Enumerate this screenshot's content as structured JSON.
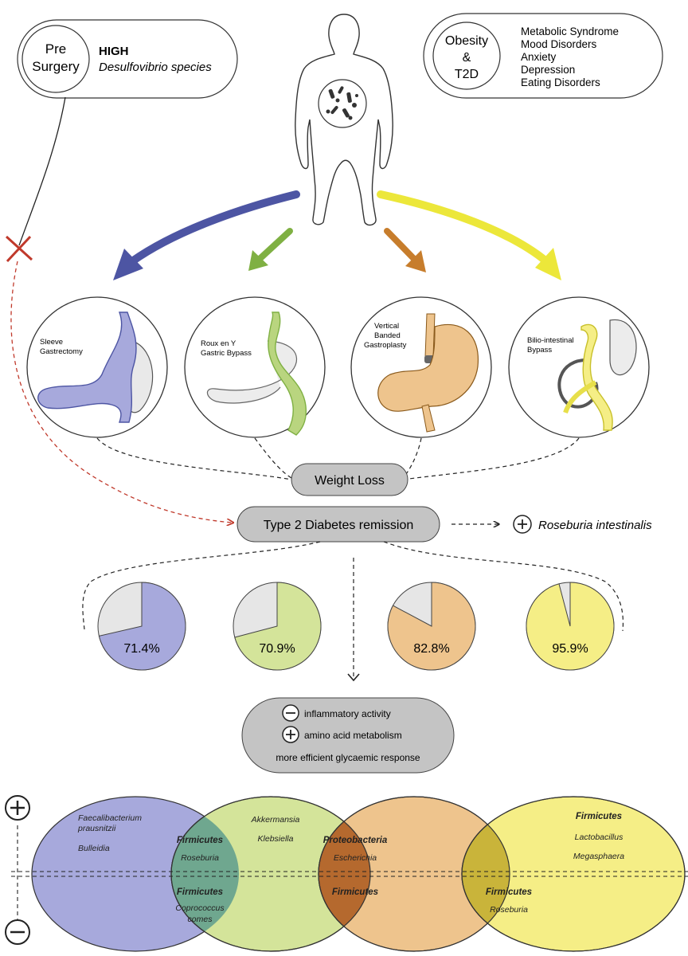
{
  "presurgery": {
    "label_line1": "Pre",
    "label_line2": "Surgery",
    "level": "HIGH",
    "species": "Desulfovibrio species"
  },
  "obesity": {
    "label_line1": "Obesity",
    "label_line2": "&",
    "label_line3": "T2D",
    "conditions": [
      "Metabolic Syndrome",
      "Mood Disorders",
      "Anxiety",
      "Depression",
      "Eating Disorders"
    ]
  },
  "colors": {
    "sleeve": "#a7a9dc",
    "rygb": "#d4e49a",
    "vbg": "#eec48d",
    "bib": "#f5ee86",
    "arrow_sleeve": "#4d55a3",
    "arrow_rygb": "#7fb043",
    "arrow_vbg": "#c77d2c",
    "arrow_bib": "#ece73a",
    "pill": "#c4c4c4",
    "red": "#c0392b"
  },
  "procedures": [
    {
      "name_line1": "Sleeve",
      "name_line2": "Gastrectomy",
      "name_line3": "",
      "icon": "stomach-sleeve-icon"
    },
    {
      "name_line1": "Roux en Y",
      "name_line2": "Gastric Bypass",
      "name_line3": "",
      "icon": "stomach-rygb-icon"
    },
    {
      "name_line1": "Vertical",
      "name_line2": "Banded",
      "name_line3": "Gastroplasty",
      "icon": "stomach-vbg-icon"
    },
    {
      "name_line1": "Bilio-intestinal",
      "name_line2": "Bypass",
      "name_line3": "",
      "icon": "stomach-bib-icon"
    }
  ],
  "outcomes": {
    "weight_loss": "Weight Loss",
    "t2d_remission": "Type 2 Diabetes remission",
    "roseburia": "Roseburia intestinalis"
  },
  "chart_data": {
    "type": "pie",
    "series": [
      {
        "value": 71.4,
        "label": "71.4%"
      },
      {
        "value": 70.9,
        "label": "70.9%"
      },
      {
        "value": 82.8,
        "label": "82.8%"
      },
      {
        "value": 95.9,
        "label": "95.9%"
      }
    ]
  },
  "effects": {
    "line1": "inflammatory activity",
    "line2": "amino acid metabolism",
    "line3": "more efficient glycaemic response"
  },
  "venn": {
    "sleeve_up_1": "Faecalibacterium",
    "sleeve_up_2": "prausnitzii",
    "sleeve_up_3": "Bulleidia",
    "overlap1_up_phylum": "Firmicutes",
    "overlap1_up_genus": "Roseburia",
    "overlap1_down_phylum": "Firmicutes",
    "overlap1_down_genus_1": "Coprococcus",
    "overlap1_down_genus_2": "comes",
    "rygb_up_1": "Akkermansia",
    "rygb_up_2": "Klebsiella",
    "overlap2_up_phylum": "Proteobacteria",
    "overlap2_up_genus": "Escherichia",
    "overlap2_down_phylum": "Firmicutes",
    "overlap3_down_phylum": "Firmicutes",
    "overlap3_down_genus": "Roseburia",
    "bib_up_phylum": "Firmicutes",
    "bib_up_1": "Lactobacillus",
    "bib_up_2": "Megasphaera"
  }
}
